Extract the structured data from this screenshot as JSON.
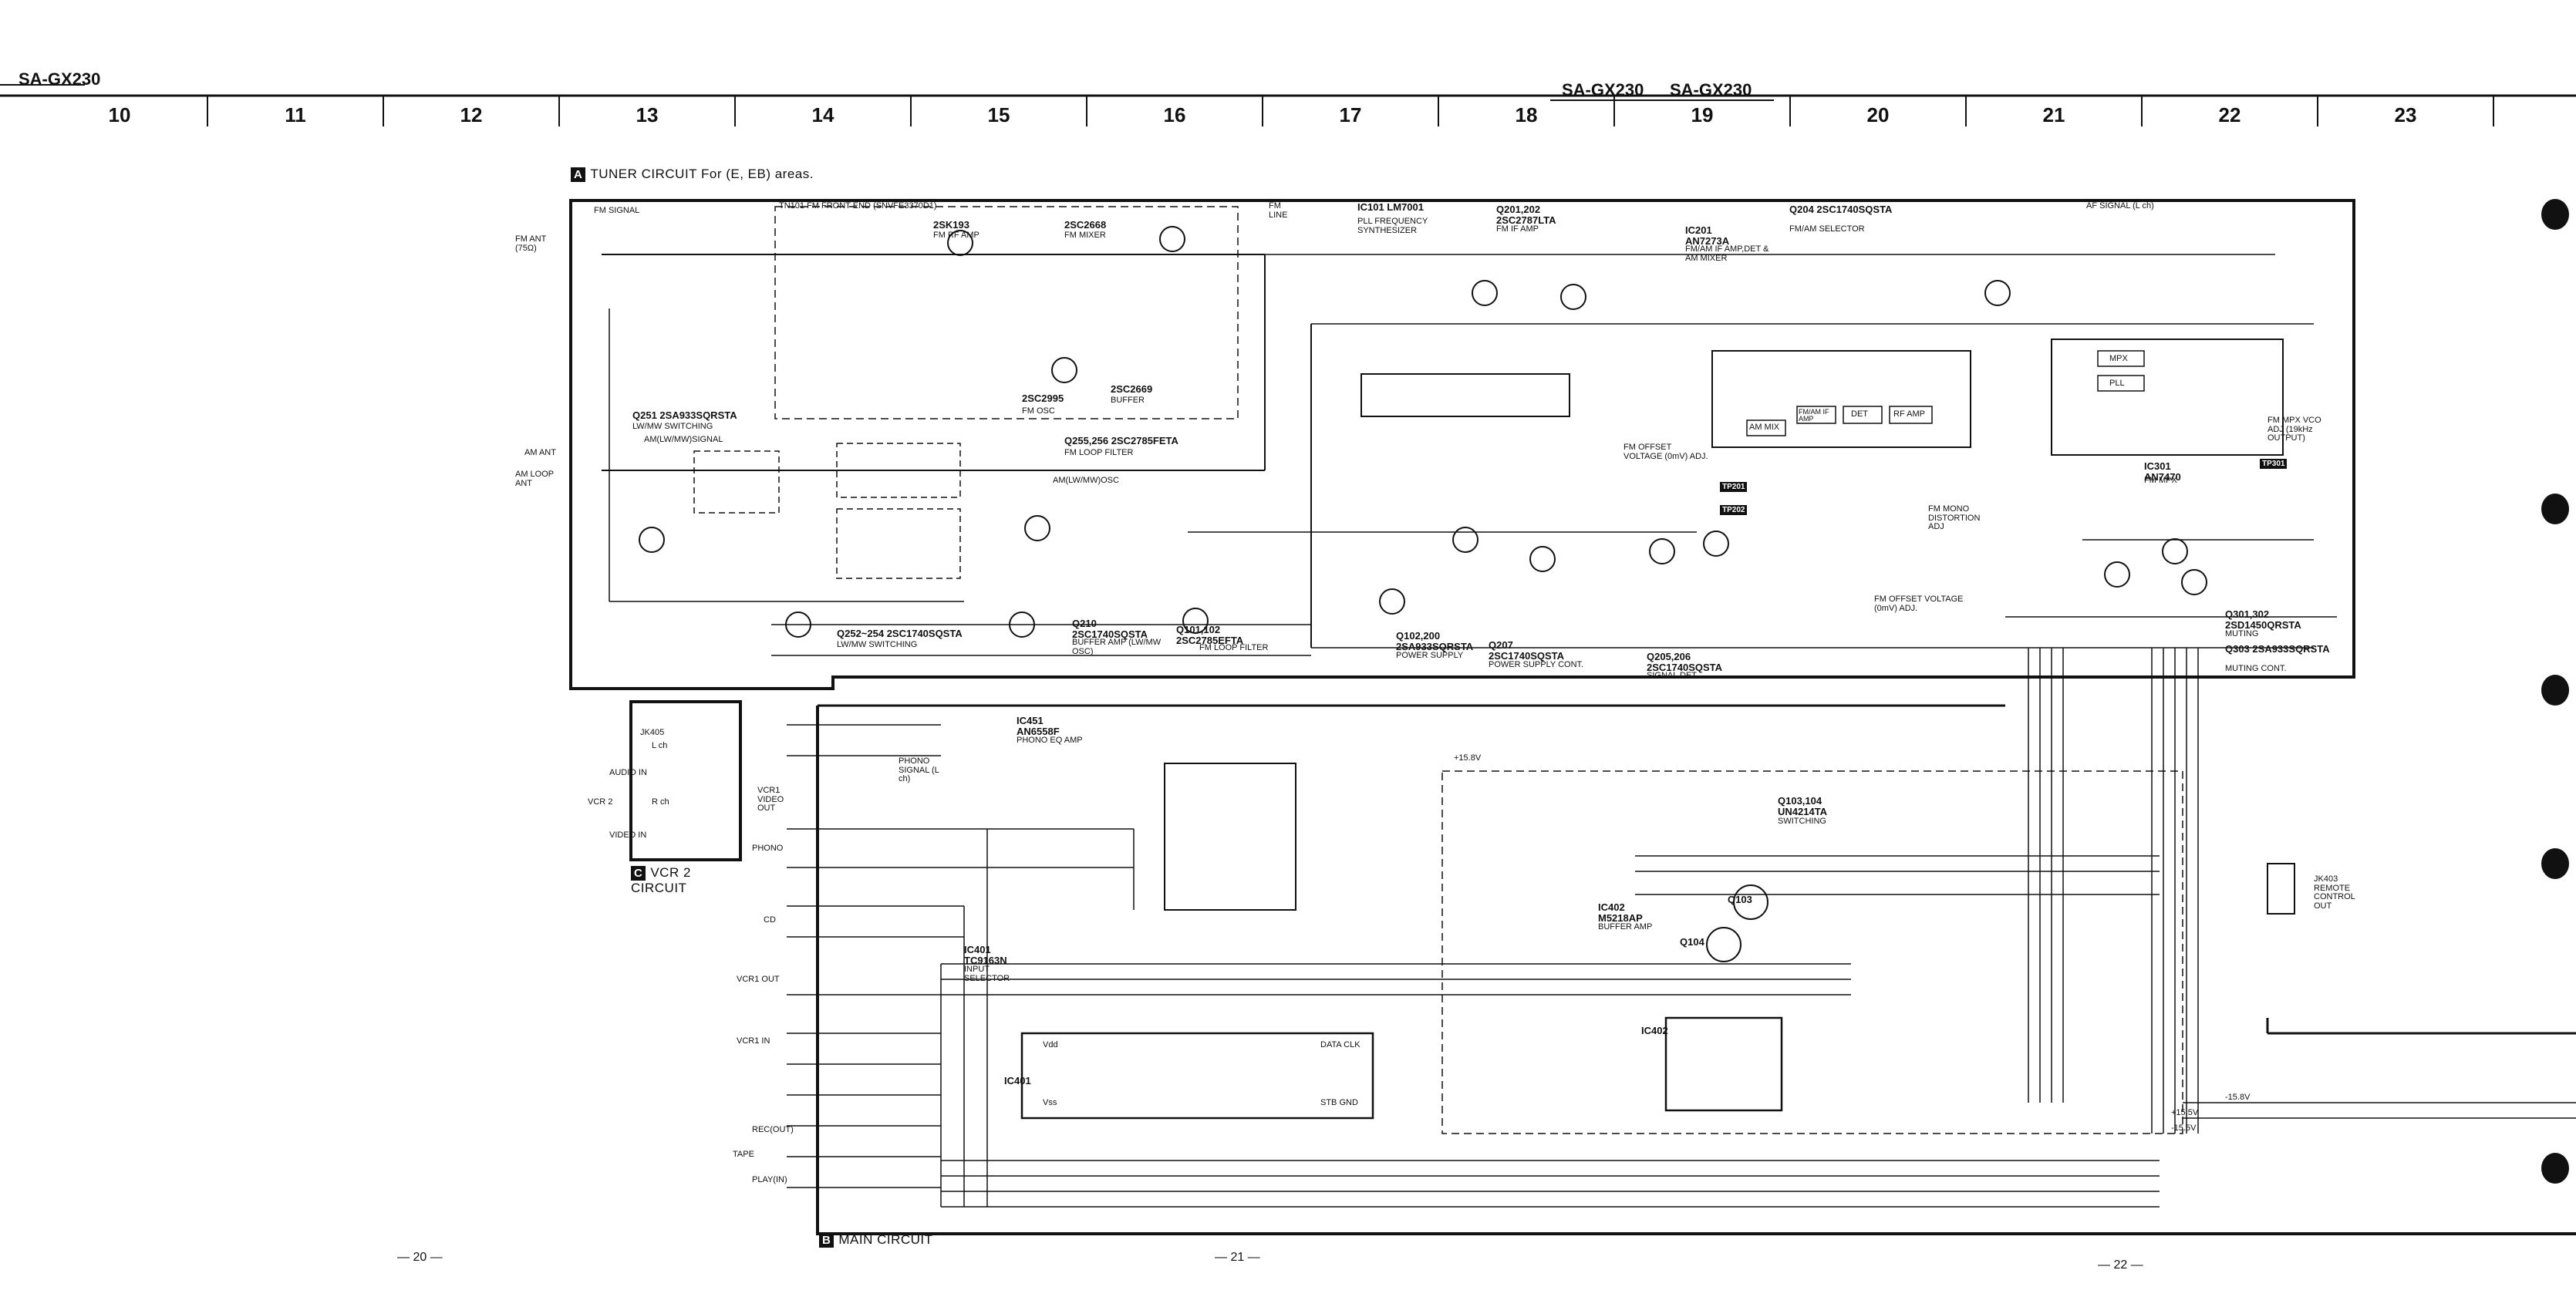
{
  "header": {
    "model_left": "SA-GX230",
    "model_right_1": "SA-GX230",
    "model_right_2": "SA-GX230",
    "ruler": [
      "10",
      "11",
      "12",
      "13",
      "14",
      "15",
      "16",
      "17",
      "18",
      "19",
      "20",
      "21",
      "22",
      "23"
    ]
  },
  "sections": {
    "tuner": {
      "letter": "A",
      "title": "TUNER CIRCUIT For (E, EB) areas."
    },
    "vcr2": {
      "letter": "C",
      "title": "VCR 2 CIRCUIT"
    },
    "main": {
      "letter": "B",
      "title": "MAIN CIRCUIT"
    }
  },
  "components": {
    "fm_signal": "FM SIGNAL",
    "fm_ant": "FM ANT (75Ω)",
    "am_ant": "AM ANT",
    "am_loop": "AM LOOP ANT",
    "tn101": "TN101 FM FRONT END (SNVFE3370D1)",
    "q2sk193": "2SK193",
    "fm_rf_amp": "FM RF AMP",
    "q2sc2668": "2SC2668",
    "fm_mixer": "FM MIXER",
    "q2sc2995": "2SC2995",
    "fm_osc": "FM OSC",
    "q2sc2669": "2SC2669",
    "buffer": "BUFFER",
    "q251_part": "Q251 2SA933SQRSTA",
    "lw_mw_switching": "LW/MW SWITCHING",
    "am_lw_mw_signal": "AM(LW/MW)SIGNAL",
    "q255_256": "Q255,256 2SC2785FETA",
    "fm_loop_filter": "FM LOOP FILTER",
    "am_osc": "AM(LW/MW)OSC",
    "fm_line": "FM LINE",
    "ic101": "IC101 LM7001",
    "pll": "PLL FREQUENCY SYNTHESIZER",
    "q201_202": "Q201,202 2SC2787LTA",
    "fm_if_amp": "FM IF AMP",
    "ic201": "IC201 AN7273A",
    "ic201_desc": "FM/AM IF AMP,DET & AM MIXER",
    "q204": "Q204 2SC1740SQSTA",
    "fm_am_selector": "FM/AM SELECTOR",
    "af_signal": "AF SIGNAL (L ch)",
    "ic301": "IC301 AN7470",
    "fm_mpx": "FM MPX",
    "fm_mpx_vco": "FM MPX VCO ADJ (19kHz OUTPUT)",
    "tp301": "TP301",
    "tp201": "TP201",
    "tp202": "TP202",
    "fm_offset_voltage": "FM OFFSET VOLTAGE (0mV) ADJ.",
    "fm_mono_distortion": "FM MONO DISTORTION ADJ",
    "fm_offset_voltage_2": "FM OFFSET VOLTAGE (0mV) ADJ.",
    "q252_254": "Q252~254 2SC1740SQSTA",
    "lw_mw_switching_2": "LW/MW SWITCHING",
    "q210": "Q210 2SC1740SQSTA",
    "buffer_amp": "BUFFER AMP (LW/MW OSC)",
    "q101_102": "Q101,102 2SC2785EFTA",
    "fm_loop_filter_2": "FM LOOP FILTER",
    "q102_part": "Q102,200 2SA933SQRSTA",
    "power_supply": "POWER SUPPLY",
    "q207": "Q207 2SC1740SQSTA",
    "power_supply_cont": "POWER SUPPLY CONT.",
    "q205_206": "Q205,206 2SC1740SQSTA",
    "signal_det": "SIGNAL DET.",
    "q301_302": "Q301,302 2SD1450QRSTA",
    "muting": "MUTING",
    "q303": "Q303 2SA933SQRSTA",
    "muting_cont": "MUTING CONT.",
    "mpx_label": "MPX",
    "pll_label": "PLL",
    "det_label": "DET",
    "rf_amp": "RF AMP",
    "am_mix": "AM MIX",
    "fm_ifamp_blk": "FM/AM IF AMP",
    "jk405": "JK405",
    "vcr2_lbl": "VCR 2",
    "audio_in": "AUDIO IN",
    "l_ch": "L ch",
    "r_ch": "R ch",
    "video_in": "VIDEO IN",
    "ic451": "IC451 AN6558F",
    "phono_eq": "PHONO EQ AMP",
    "phono_signal": "PHONO SIGNAL (L ch)",
    "vcr1_video_out": "VCR1 VIDEO OUT",
    "phono": "PHONO",
    "cd": "CD",
    "vcr1_out": "VCR1 OUT",
    "vcr1_in": "VCR1 IN",
    "tape_rec": "REC(OUT)",
    "tape": "TAPE",
    "tape_play": "PLAY(IN)",
    "ic401": "IC401 TC9163N",
    "input_selector": "INPUT SELECTOR",
    "ic401_lbl": "IC401",
    "ic402": "IC402 M5218AP",
    "buffer_amp_2": "BUFFER AMP",
    "ic402_lbl": "IC402",
    "q103_104": "Q103,104 UN4214TA",
    "switching": "SWITCHING",
    "q103": "Q103",
    "q104": "Q104",
    "jk403": "JK403 REMOTE CONTROL OUT",
    "rail_pos": "+15.8V",
    "rail_neg": "-15.8V",
    "rail_pos2": "+15.5V",
    "rail_neg2": "-15.5V",
    "strobe_data_clk": "DATA CLK",
    "stb_gnd": "STB GND",
    "vdd": "Vdd",
    "vss": "Vss"
  },
  "pages": {
    "left": "— 20 —",
    "center": "— 21 —",
    "right": "— 22 —"
  },
  "colors": {
    "ink": "#111111",
    "paper": "#ffffff"
  }
}
